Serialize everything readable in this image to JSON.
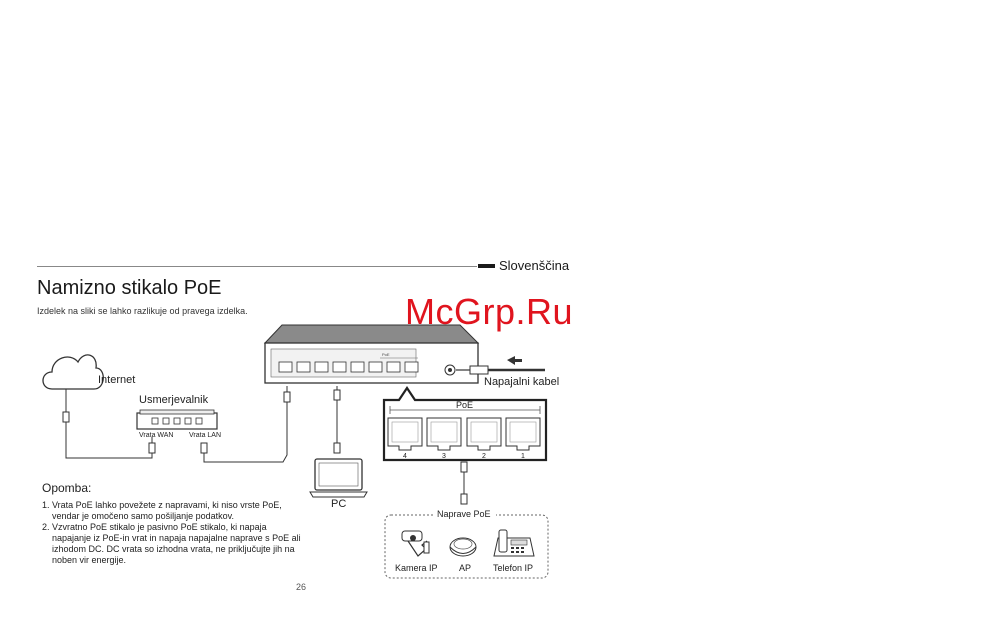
{
  "header": {
    "language": "Slovenščina",
    "title": "Namizno stikalo PoE",
    "subtitle": "Izdelek na sliki se lahko razlikuje od pravega izdelka."
  },
  "watermark": "McGrp.Ru",
  "diagram": {
    "internet": "Internet",
    "router": "Usmerjevalnik",
    "wan_port": "Vrata WAN",
    "lan_port": "Vrata LAN",
    "switch_poe_label": "PoE",
    "power_cable": "Napajalni kabel",
    "pc": "PC",
    "poe_zoom_label": "PoE",
    "port_numbers": [
      "4",
      "3",
      "2",
      "1"
    ],
    "poe_devices_title": "Naprave PoE",
    "poe_devices": [
      "Kamera IP",
      "AP",
      "Telefon IP"
    ]
  },
  "notes": {
    "title": "Opomba:",
    "items": [
      {
        "num": "1.",
        "text": "Vrata PoE lahko povežete z napravami, ki niso vrste PoE, vendar je omočeno samo pošiljanje podatkov."
      },
      {
        "num": "2.",
        "text": "Vzvratno PoE stikalo je pasivno PoE stikalo, ki napaja napajanje iz PoE-in vrat in napaja napajalne naprave s PoE ali izhodom DC. DC vrata so izhodna vrata, ne priključujte jih na noben vir energije."
      }
    ]
  },
  "page_number": "26"
}
